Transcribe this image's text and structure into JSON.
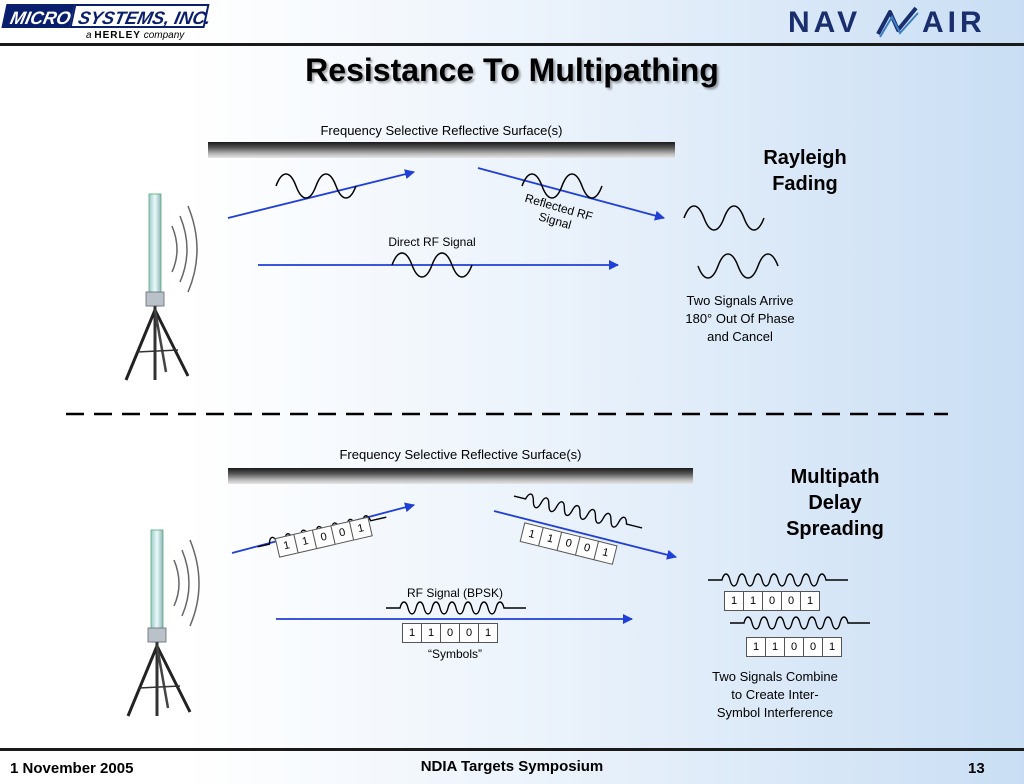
{
  "header": {
    "logo_left": {
      "micro": "MICRO",
      "systems": "SYSTEMS, INC.",
      "sub_a": "a",
      "sub_brand": "HERLEY",
      "sub_company": "company"
    },
    "logo_right": {
      "nav": "NAV",
      "air": "AIR"
    },
    "title": "Resistance To Multipathing"
  },
  "top_panel": {
    "surface_label": "Frequency Selective Reflective Surface(s)",
    "reflected_label_1": "Reflected RF",
    "reflected_label_2": "Signal",
    "direct_label": "Direct RF Signal",
    "heading_1": "Rayleigh",
    "heading_2": "Fading",
    "caption": [
      "Two Signals Arrive",
      "180° Out Of Phase",
      "and Cancel"
    ]
  },
  "bottom_panel": {
    "surface_label": "Frequency Selective Reflective Surface(s)",
    "heading": [
      "Multipath",
      "Delay",
      "Spreading"
    ],
    "rf_label": "RF Signal (BPSK)",
    "symbols_label": "“Symbols”",
    "bits": [
      "1",
      "1",
      "0",
      "0",
      "1"
    ],
    "caption": [
      "Two Signals Combine",
      "to Create Inter-",
      "Symbol Interference"
    ]
  },
  "colors": {
    "arrow": "#1f3fd6",
    "ink": "#000000",
    "navy": "#0a1e6e"
  },
  "footer": {
    "date": "1 November 2005",
    "event": "NDIA Targets Symposium",
    "page": "13"
  }
}
